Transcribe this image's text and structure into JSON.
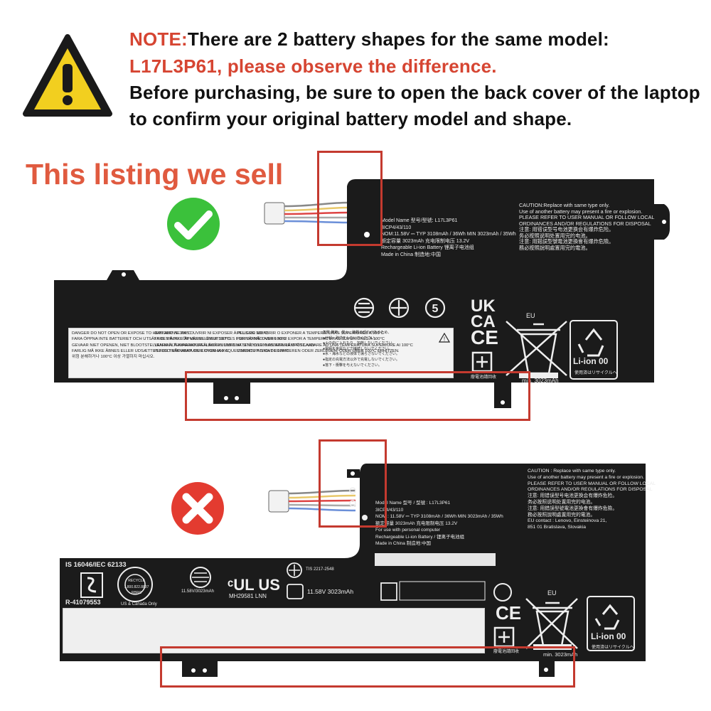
{
  "note": {
    "prefix": "NOTE:",
    "line1": "There are 2 battery shapes for the same model:",
    "line2": "L17L3P61, please observe the difference.",
    "line3": "Before purchasing, be sure to open the back cover of the laptop",
    "line4": "to confirm your original battery model and shape."
  },
  "headline": "This listing we sell",
  "colors": {
    "accent_red": "#d64532",
    "check_green": "#3bc13b",
    "cross_red": "#e33b30",
    "warning_yellow": "#f2cf1f",
    "battery_black": "#1b1b1b"
  },
  "battery1": {
    "caution": [
      "CAUTION:Replace with same type only.",
      "Use of another battery may present a fire or explosion.",
      "PLEASE REFER TO USER MANUAL OR FOLLOW LOCAL",
      "ORDINANCES AND/OR REGULATIONS FOR DISPOSAL",
      "注意: 用错误型号电池更换会有爆炸危险。",
      "务必按照说明处置用完的电池。",
      "注意: 用錯誤型號電池更換會有爆炸危險。",
      "務必按照說明處置用完的電池。"
    ],
    "model_info": [
      "Model Name 型号/型號: L17L3P61",
      "3ICP4/43/110",
      "NOM:11.58V ⎓ TYP 3108mAh / 36Wh  MIN 3023mAh / 35Wh",
      "额定容量  3023mAh  充电限制电压 13.2V",
      "Rechargeable Li-ion Battery 锂离子电池组",
      "Made in China 制造地:中国"
    ],
    "ukca": "UK CA",
    "ce": "CE",
    "eu": "EU",
    "recycle_text": "Li-ion 00",
    "recycle_sub": "使用済はリサイクルへ",
    "min_capacity": "min. 3023mAh",
    "sticker_text": "廢電池請回收",
    "danger": [
      "DANGER  DO NOT OPEN OR EXPOSE TO HEAT ABOVE 100°C",
      "FARA  ÖPPNA INTE BATTERIET OCH UTSÄTT DET INTE FÖR VÄRME ÖVER 100°C",
      "GEVAAR  NIET OPENEN, NIET BLOOTSTELLEN AAN TEMPERATUREN BOVEN 100°C",
      "FARLIG  MÅ IKKE ÅBNES ELLER UDSÆTTES FOR TEMPERATURER OVER 100°C",
      "위험  분해하거나 100°C 이상 가열하지 마십시오."
    ],
    "danger2": [
      "DANGER!  NE PAS OUVRIR NI EXPOSER À PLUS DE 100°C",
      "FARE  MÅ IKKE ÅPNES ELLER UTSETTES FOR VÄRME OVER 100°C",
      "VAARA  ÄLÄ AVAA AKKUA ÄLÄKÄ KUUMENNA SITÄ YLI 100 ASTEEN LÄMPÖTILAAN",
      "PERIGO  NÃO ABRA OU EXPONHA A AQUECIMENTO ACIMA DE 100°C"
    ],
    "danger3": [
      "PELIGRO  NO ABRIR O EXPONER A TEMPERATURAS SUPERIORES A 100°C",
      "PERIGO  NÃO ABRIR NEM EXPOR A TEMPERATURAS SUPERIORES A 100°C",
      "ATTENZIONE!  NON APRIRE O RISCALDARE AD UNA TEMPERATURA SUPERIORE AI 100°C",
      "VORSICHT!  NICHT REPARIEREN ODER ZERLEGEN, ODER ÜBER 100°C ERHITZEN."
    ],
    "danger4": [
      "危険  発熱、発火、破裂の恐れがあるため、",
      "●分解・改造をしないでください。",
      "●火の中に入れたり、加熱しないでください。",
      "●電極を金属などで接続しないでください。",
      "●水・海水などの液体で濡らさないでください。",
      "●指定の充電方法以外で充電しないでください。",
      "●落下・衝撃を与えないでください。"
    ]
  },
  "battery2": {
    "caution": [
      "CAUTION : Replace with same type only.",
      "Use of another battery may present a fire or explosion.",
      "PLEASE REFER TO USER MANUAL OR FOLLOW LOCAL",
      "ORDINANCES AND/OR REGULATIONS FOR DISPOSAL",
      "注意: 用错误型号电池更换会有爆炸危险。",
      "务必按照说明处置用完的电池。",
      "注意: 用錯誤型號電池更換會有爆炸危險。",
      "務必按照說明處置用完的電池。",
      "EU contact : Lenovo, Einsteinova 21,",
      "851 01 Bratislava, Slovakia"
    ],
    "model_info": [
      "Model Name 型号 / 型號 : L17L3P61",
      "3ICP4/43/110",
      "NOM : 11.58V ⎓ TYP 3108mAh / 36Wh  MIN 3023mAh / 35Wh",
      "额定容量  3023mAh  充电限制电压 13.2V",
      "For use with personal computer",
      "Rechargeable Li-ion Battery / 锂离子电池组",
      "Made in China 制造地:中国"
    ],
    "is_standard": "IS 16046/IEC 62133",
    "r_number": "R-41079553",
    "us_canada": "US & Canada Only",
    "ul_mark": "MH29581 LNN",
    "voltage_cap": "11.58V  3023mAh",
    "rohs_label": "11.58V/3023mAh",
    "tis": "TIS 2217-2548",
    "ce": "CE",
    "eu": "EU",
    "recycle_text": "Li-ion 00",
    "recycle_sub": "使用済はリサイクルへ",
    "min_capacity": "min. 3023mAh",
    "sticker_text": "廢電池請回收",
    "recycle_seal": "RECYCLE 1.800.822.8837 RBRC"
  }
}
